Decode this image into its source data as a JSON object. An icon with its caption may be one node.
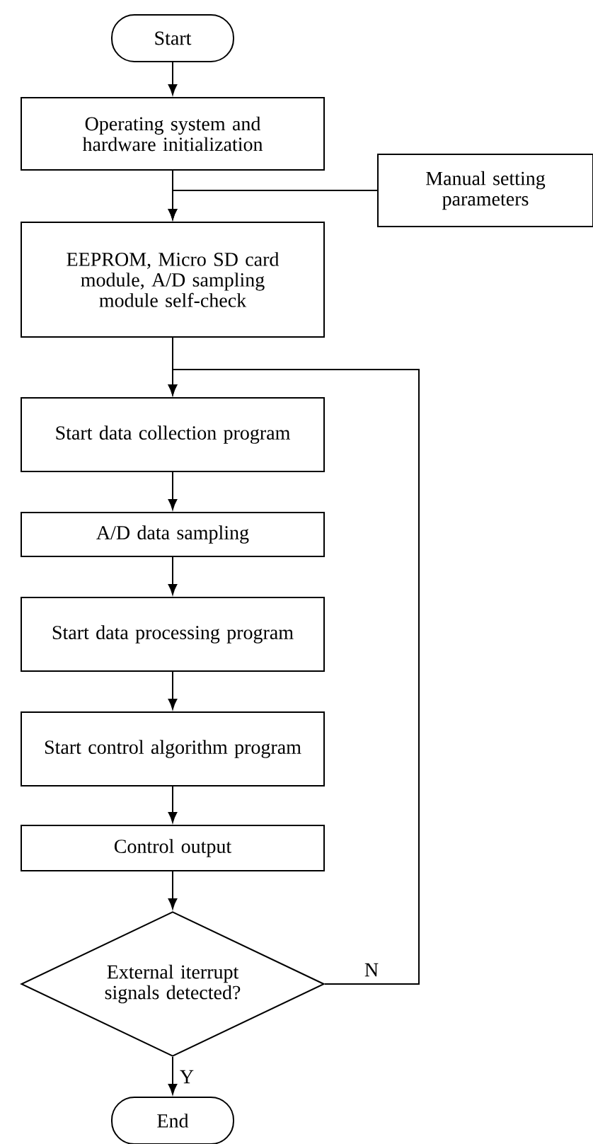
{
  "diagram": {
    "nodes": [
      {
        "text": [
          "Start"
        ]
      },
      {
        "text": [
          "Operating system and hardware initialization"
        ]
      },
      {
        "text": [
          "Manual setting parameters"
        ]
      },
      {
        "text": [
          "EEPROM, Micro SD card module, A/D sampling module self-check"
        ]
      },
      {
        "text": [
          "Start data collection program"
        ]
      },
      {
        "text": [
          "A/D data sampling"
        ]
      },
      {
        "text": [
          "Start data processing program"
        ]
      },
      {
        "text": [
          "Start control algorithm program"
        ]
      },
      {
        "text": [
          "Control output"
        ]
      },
      {
        "text": [
          "External iterrupt signals detected?"
        ]
      },
      {
        "text": [
          "End"
        ]
      }
    ],
    "edges": [
      {
        "from": 0,
        "to": 1,
        "arrow": "to"
      },
      {
        "from": 1,
        "to": 3,
        "arrow": "to"
      },
      {
        "from": 2,
        "to": 3,
        "arrow": "to"
      },
      {
        "from": 3,
        "to": 4,
        "arrow": "to"
      },
      {
        "from": 4,
        "to": 5,
        "arrow": "to"
      },
      {
        "from": 5,
        "to": 6,
        "arrow": "to"
      },
      {
        "from": 6,
        "to": 7,
        "arrow": "to"
      },
      {
        "from": 7,
        "to": 8,
        "arrow": "to"
      },
      {
        "from": 8,
        "to": 9,
        "arrow": "to"
      },
      {
        "from": 9,
        "to": 4,
        "arrow": "to",
        "label": "N"
      },
      {
        "from": 9,
        "to": 10,
        "arrow": "to",
        "label": "Y"
      }
    ]
  }
}
